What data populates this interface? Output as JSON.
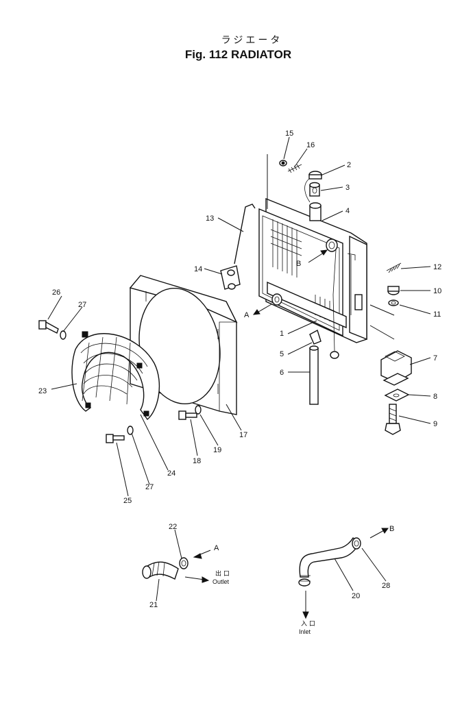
{
  "title_jp": "ラジエータ",
  "title_en": "Fig. 112 RADIATOR",
  "callouts": [
    "1",
    "2",
    "3",
    "4",
    "5",
    "6",
    "7",
    "8",
    "9",
    "10",
    "11",
    "12",
    "13",
    "14",
    "15",
    "16",
    "17",
    "18",
    "19",
    "20",
    "21",
    "22",
    "23",
    "24",
    "25",
    "26",
    "27",
    "28"
  ],
  "arrows": {
    "a": "A",
    "b": "B"
  },
  "outlet": {
    "jp": "出 口",
    "en": "Outlet"
  },
  "inlet": {
    "jp": "入 口",
    "en": "Inlet"
  }
}
